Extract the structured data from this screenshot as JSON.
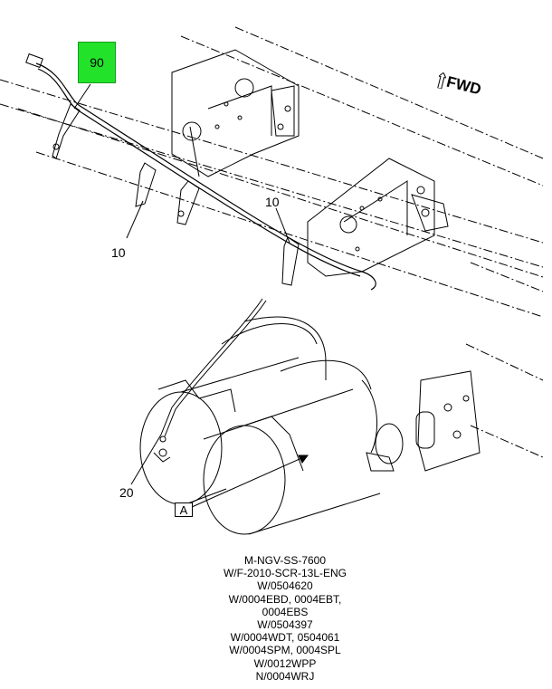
{
  "callouts": {
    "highlighted": "90",
    "bracket_left": "10",
    "bracket_right": "10",
    "tank_fitting": "20",
    "view_label": "A"
  },
  "orientation": {
    "label": "FWD"
  },
  "notes": [
    "M-NGV-SS-7600",
    "W/F-2010-SCR-13L-ENG",
    "W/0504620",
    "W/0004EBD, 0004EBT,",
    "0004EBS",
    "W/0504397",
    "W/0004WDT, 0504061",
    "W/0004SPM, 0004SPL",
    "W/0012WPP",
    "N/0004WRJ"
  ],
  "colors": {
    "highlight": "#22e22a",
    "line": "#000000"
  }
}
